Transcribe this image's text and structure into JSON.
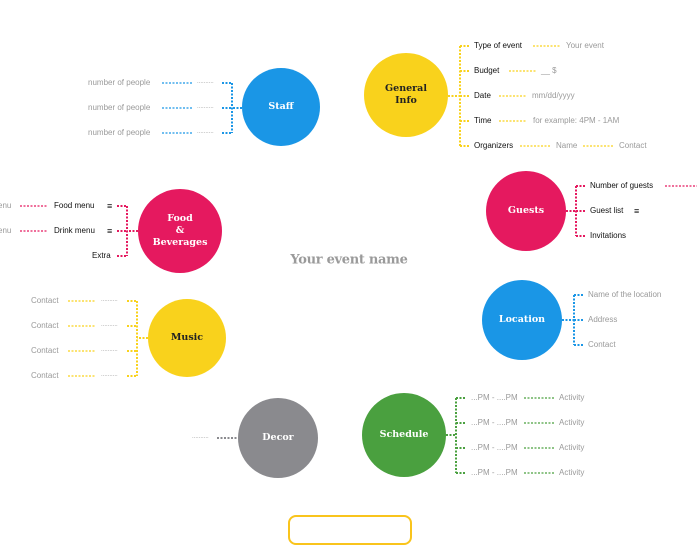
{
  "title": "Your event name",
  "colors": {
    "blue": "#1a96e6",
    "yellow": "#f9d21c",
    "magenta": "#e5195f",
    "green": "#4aa03f",
    "gray": "#8a8a8e"
  },
  "staff": {
    "label": "Staff",
    "items": [
      "number of people",
      "number of people",
      "number of people"
    ],
    "placeholder": ".........."
  },
  "general": {
    "label": "General\nInfo",
    "items": [
      {
        "key": "Type of event",
        "value": "Your event"
      },
      {
        "key": "Budget",
        "value": "__ $"
      },
      {
        "key": "Date",
        "value": "mm/dd/yyyy"
      },
      {
        "key": "Time",
        "value": "for example: 4PM - 1AM"
      },
      {
        "key": "Organizers",
        "value": "Name",
        "extra": "Contact"
      }
    ]
  },
  "food": {
    "label": "Food\n&\nBeverages",
    "items": [
      "Food menu",
      "Drink menu",
      "Extra"
    ],
    "left": [
      "enu",
      "enu"
    ],
    "list_icon": "list-icon"
  },
  "guests": {
    "label": "Guests",
    "items": [
      "Number of guests",
      "Guest list",
      "Invitations"
    ],
    "list_icon": "list-icon"
  },
  "location": {
    "label": "Location",
    "items": [
      "Name of the location",
      "Address",
      "Contact"
    ]
  },
  "music": {
    "label": "Music",
    "items": [
      "Contact",
      "Contact",
      "Contact",
      "Contact"
    ],
    "placeholder": ".........."
  },
  "decor": {
    "label": "Decor",
    "placeholder": ".........."
  },
  "schedule": {
    "label": "Schedule",
    "items": [
      {
        "time": "...PM - ....PM",
        "activity": "Activity"
      },
      {
        "time": "...PM - ....PM",
        "activity": "Activity"
      },
      {
        "time": "...PM - ....PM",
        "activity": "Activity"
      },
      {
        "time": "...PM - ....PM",
        "activity": "Activity"
      }
    ]
  }
}
